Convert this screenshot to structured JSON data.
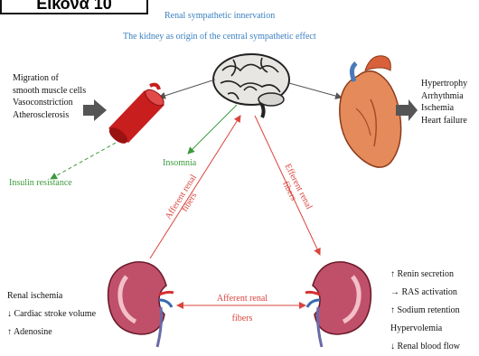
{
  "badge": "Εικόνα 10",
  "header": {
    "line1": "Renal sympathetic innervation",
    "line2": "The kidney as origin of the central sympathetic effect"
  },
  "vessel_effects": [
    "Migration of",
    "smooth muscle cells",
    "Vasoconstriction",
    "Atherosclerosis"
  ],
  "heart_effects": [
    "Hypertrophy",
    "Arrhythmia",
    "Ischemia",
    "Heart failure"
  ],
  "insomnia": "Insomnia",
  "insulin_resistance": "Insulin resistance",
  "afferent_vertical": [
    "Afferent renal",
    "fibers"
  ],
  "efferent_vertical": [
    "Efferent renal",
    "fibers"
  ],
  "afferent_horizontal": [
    "Afferent renal",
    "fibers"
  ],
  "left_kidney_causes": [
    "Renal ischemia",
    "↓ Cardiac stroke volume",
    "↑ Adenosine"
  ],
  "right_kidney_effects": [
    "↑ Renin secretion",
    "→ RAS activation",
    "↑ Sodium retention",
    "Hypervolemia",
    "↓ Renal blood flow"
  ],
  "colors": {
    "header": "#3a7fc1",
    "afferent": "#d9453d",
    "insomnia": "#3c9a3c",
    "vessel": "#c81e1e",
    "kidney": "#c0506a"
  }
}
